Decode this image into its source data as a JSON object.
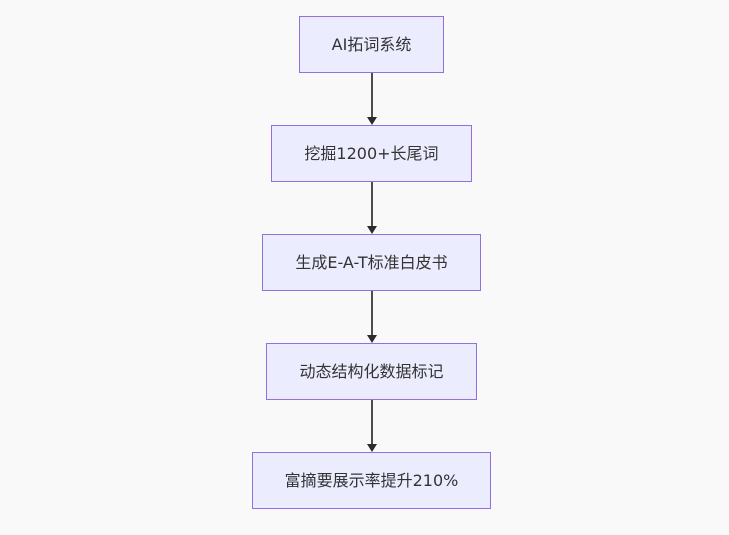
{
  "canvas": {
    "background_color": "#f9f9f9"
  },
  "diagram": {
    "type": "flowchart",
    "direction": "top-down",
    "node_fill_color": "#ECECFF",
    "node_border_color": "#9370DB",
    "node_text_color": "#333333",
    "arrow_color": "#333333",
    "nodes": [
      {
        "id": "n1",
        "label": "AI拓词系统"
      },
      {
        "id": "n2",
        "label": "挖掘1200+长尾词"
      },
      {
        "id": "n3",
        "label": "生成E-A-T标准白皮书"
      },
      {
        "id": "n4",
        "label": "动态结构化数据标记"
      },
      {
        "id": "n5",
        "label": "富摘要展示率提升210%"
      }
    ],
    "edges": [
      {
        "from": "n1",
        "to": "n2"
      },
      {
        "from": "n2",
        "to": "n3"
      },
      {
        "from": "n3",
        "to": "n4"
      },
      {
        "from": "n4",
        "to": "n5"
      }
    ]
  }
}
